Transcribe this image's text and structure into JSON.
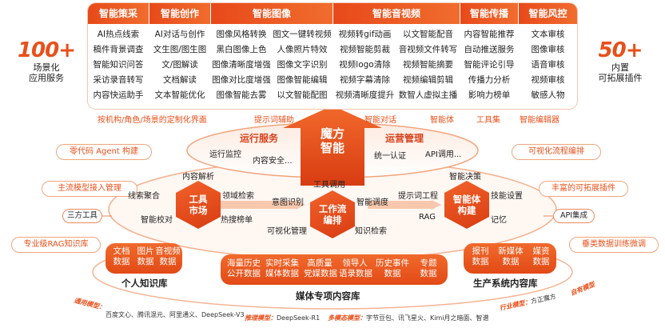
{
  "top": {
    "left_stat": {
      "number": "100+",
      "line1": "场景化",
      "line2": "应用服务"
    },
    "right_stat": {
      "number": "50+",
      "line1": "内置",
      "line2": "可拓展插件"
    },
    "columns": [
      {
        "title": "智能策采",
        "items": [
          "AI热点线索",
          "稿件背景调查",
          "智能知识问答",
          "采访录音转写",
          "内容快运助手"
        ]
      },
      {
        "title": "智能创作",
        "items": [
          "AI对话与创作",
          "文生图/图生图",
          "文/图解读",
          "文档解读",
          "文本智能优化"
        ]
      },
      {
        "title": "智能图像",
        "items": [
          "图像风格转换",
          "黑白图像上色",
          "图像清晰度增强",
          "图像对比度增强",
          "图像智能去雾"
        ]
      },
      {
        "title": "",
        "items": [
          "图文一键转视频",
          "人像照片特效",
          "图像文字识别",
          "图像智能编辑",
          "以文智能配图"
        ]
      },
      {
        "title": "智能音视频",
        "items": [
          "视频转gif动画",
          "视频智能剪裁",
          "视频logo清除",
          "视频字幕清除",
          "视频清晰度提升"
        ]
      },
      {
        "title": "",
        "items": [
          "以文智能配音",
          "音视频文件转写",
          "视频智能摘要",
          "视频编辑剪辑",
          "数智人虚拟主播"
        ]
      },
      {
        "title": "智能传播",
        "items": [
          "内容智能推荐",
          "自动推送服务",
          "智能评论引导",
          "传播力分析",
          "影响力榜单"
        ]
      },
      {
        "title": "智能风控",
        "items": [
          "文本审核",
          "图像审核",
          "语音审核",
          "视频审核",
          "敏感人物"
        ]
      }
    ],
    "sub_tags": [
      "按机构/角色/场景的定制化界面",
      "提示词辅助",
      "智能对话",
      "智能体",
      "工具集",
      "智能编辑器"
    ]
  },
  "core": {
    "center_line1": "魔方",
    "center_line2": "智能",
    "ops_service": {
      "title": "运行服务",
      "items": [
        "运行监控",
        "内容安全..."
      ]
    },
    "ops_manage": {
      "title": "运营管理",
      "items": [
        "统一认证",
        "API调用..."
      ]
    }
  },
  "side_tags": {
    "left": [
      "零代码 Agent 构建",
      "主流模型接入管理",
      "专业级RAG知识库"
    ],
    "right": [
      "可视化流程编排",
      "丰富的可拓展插件",
      "垂类数据训练微调"
    ]
  },
  "hubs": {
    "tool_market": {
      "line1": "工具",
      "line2": "市场",
      "labels": [
        "内容解析",
        "线索聚合",
        "领域检索",
        "智能校对",
        "热搜榜单"
      ]
    },
    "workflow": {
      "line1": "工作流",
      "line2": "编排",
      "labels": [
        "工具调用",
        "意图识别",
        "智能调度",
        "可视化管理",
        "知识检索"
      ]
    },
    "agent": {
      "line1": "智能体",
      "line2": "构建",
      "labels": [
        "智能决策",
        "提示词工程",
        "技能设置",
        "RAG",
        "记忆"
      ]
    },
    "third_party": "三方工具",
    "api": "API集成"
  },
  "bases": {
    "personal": {
      "title": "个人知识库",
      "items": [
        [
          "文档",
          "数据"
        ],
        [
          "图片",
          "数据"
        ],
        [
          "音视频",
          "数据"
        ]
      ]
    },
    "media": {
      "title": "媒体专项内容库",
      "items": [
        [
          "海量历史",
          "公开数据"
        ],
        [
          "实时采集",
          "媒体数据"
        ],
        [
          "高质量",
          "党媒数据"
        ],
        [
          "领导人",
          "语录数据"
        ],
        [
          "历史事件",
          "数据"
        ],
        [
          "专题",
          "数据"
        ]
      ]
    },
    "production": {
      "title": "生产系统内容库",
      "items": [
        [
          "报刊",
          "数据"
        ],
        [
          "新媒体",
          "数据"
        ],
        [
          "媒资",
          "数据"
        ]
      ]
    }
  },
  "models": {
    "general": {
      "label": "通用模型：",
      "text": "百度文心、腾讯混元、阿里通义、DeepSeek-V3"
    },
    "reasoning": {
      "label": "推理模型：",
      "text": "DeepSeek-R1"
    },
    "multimodal": {
      "label": "多模态模型：",
      "text": "字节豆包、讯飞星火、Kimi月之暗面、智谱"
    },
    "industry": {
      "label": "行业模型：",
      "text": "方正魔方"
    },
    "self_built": {
      "label": "自有模型",
      "text": ""
    }
  },
  "colors": {
    "accent": "#e8501a",
    "accent_dark": "#d83c12",
    "ring": "#f7c9b0"
  }
}
